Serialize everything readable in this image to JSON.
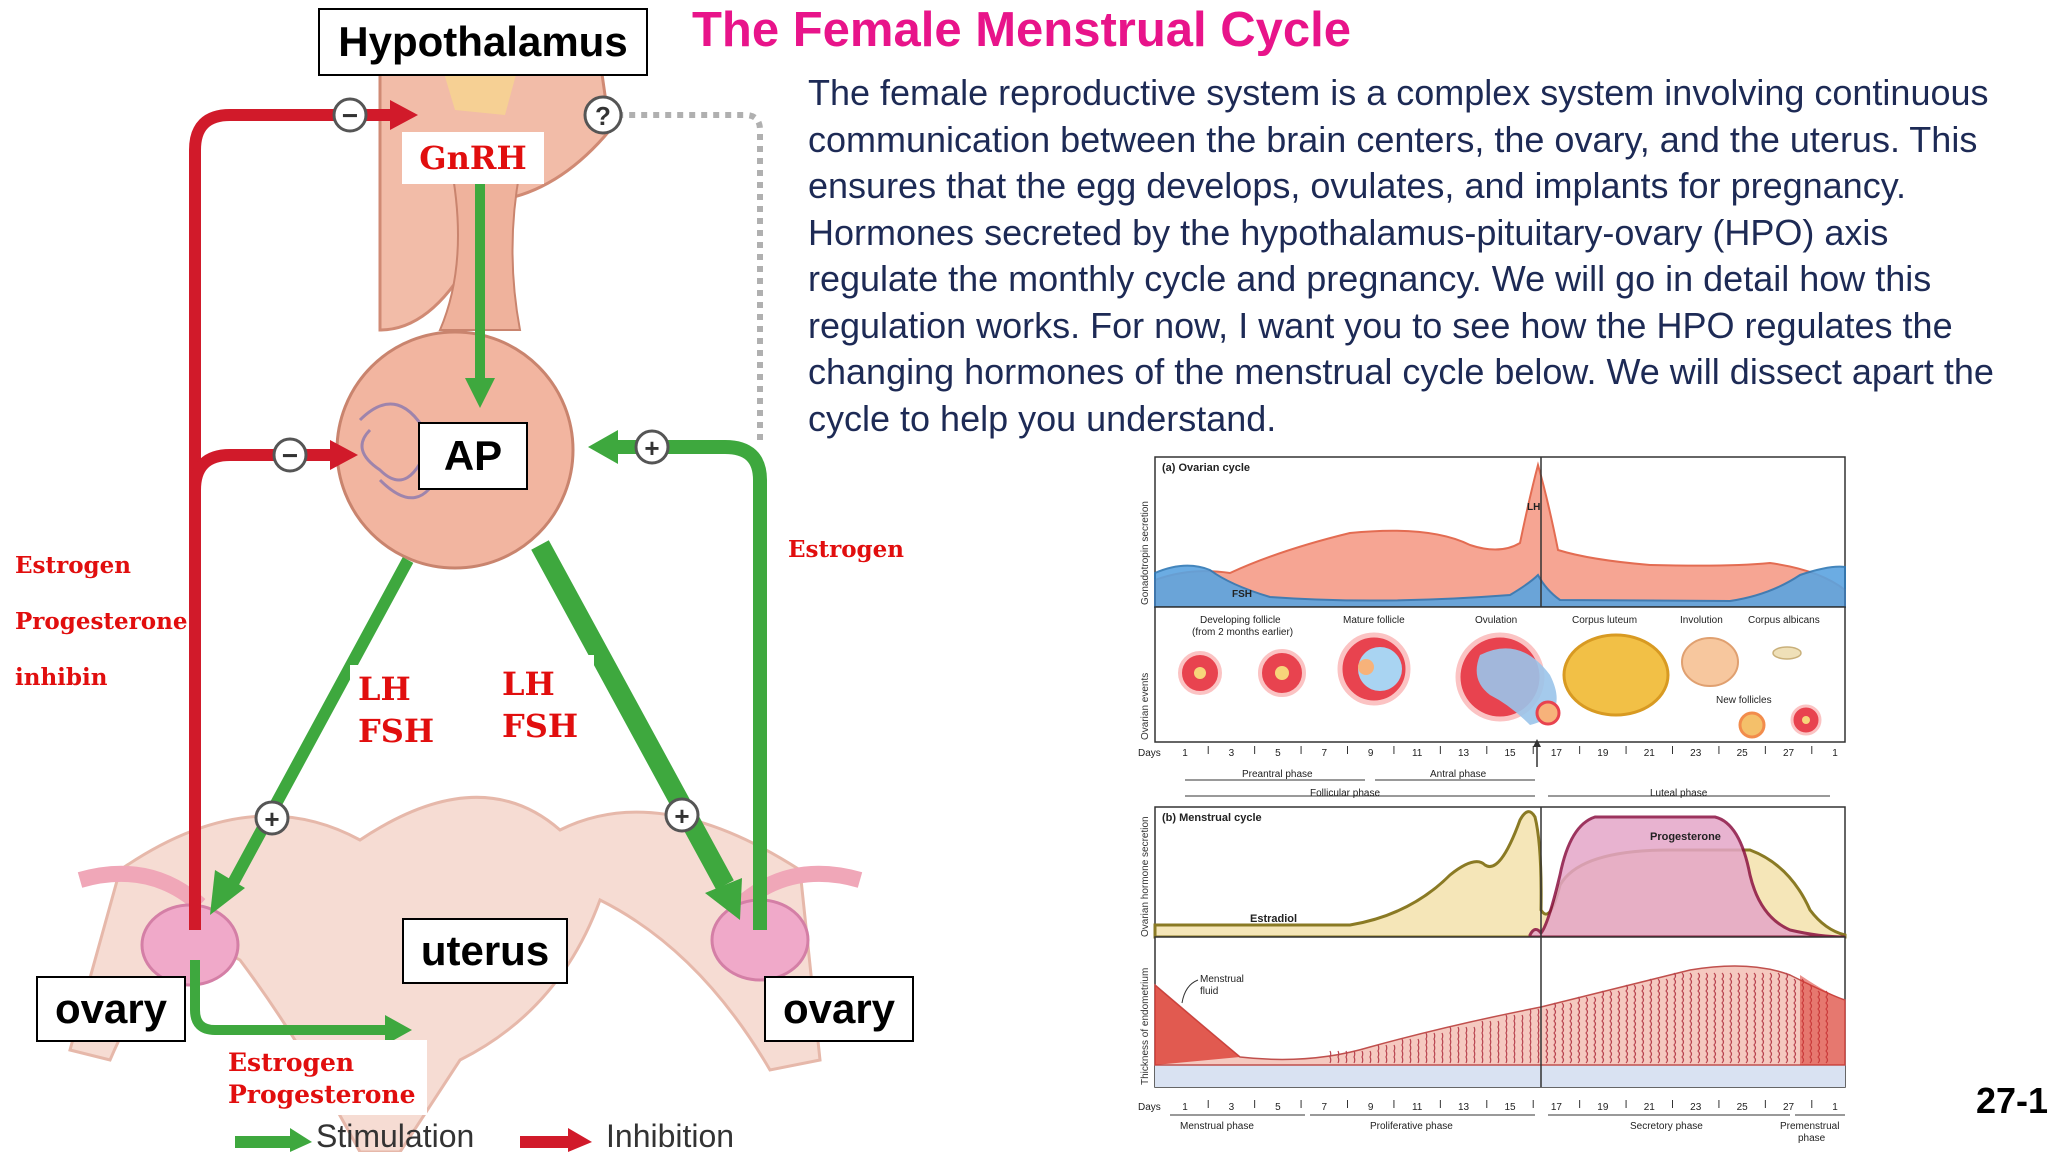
{
  "title": "The Female Menstrual Cycle",
  "paragraph": "The female reproductive system is a complex system involving continuous communication between the brain centers, the ovary, and the uterus. This ensures that the egg develops, ovulates, and implants for pregnancy. Hormones secreted by the hypothalamus-pituitary-ovary (HPO) axis regulate the monthly cycle and pregnancy. We will go in detail how this regulation works. For now, I want you to see how the HPO regulates the changing hormones of the menstrual cycle below. We will dissect apart the cycle to help you understand.",
  "slide_number": "27-1",
  "diagram": {
    "hypothalamus": "Hypothalamus",
    "gnrh": "GnRH",
    "ap": "AP",
    "uterus": "uterus",
    "ovary_left": "ovary",
    "ovary_right": "ovary",
    "feedback_left": [
      "Estrogen",
      "Progesterone",
      "inhibin"
    ],
    "feedback_right": "Estrogen",
    "lh_fsh_left": [
      "LH",
      "FSH"
    ],
    "lh_fsh_right": [
      "LH",
      "FSH"
    ],
    "ovary_output": [
      "Estrogen",
      "Progesterone"
    ],
    "minus": "−",
    "plus": "+",
    "question": "?",
    "legend": {
      "stimulation": "Stimulation",
      "inhibition": "Inhibition"
    },
    "colors": {
      "stimulation": "#3ea83e",
      "inhibition": "#d11a2a",
      "tissue": "#f0b7a2",
      "ovary": "#f0a9c9"
    }
  },
  "figure": {
    "panel_a": {
      "title": "(a) Ovarian cycle",
      "ylabel_top": "Gonadotropin secretion",
      "lh": "LH",
      "fsh": "FSH",
      "ylabel_events": "Ovarian events",
      "events": [
        "Developing follicle",
        "(from 2 months earlier)",
        "Mature follicle",
        "Ovulation",
        "Corpus luteum",
        "Involution",
        "Corpus albicans",
        "New follicles"
      ],
      "days_label": "Days",
      "days": [
        "1",
        "3",
        "5",
        "7",
        "9",
        "11",
        "13",
        "15",
        "17",
        "19",
        "21",
        "23",
        "25",
        "27",
        "1"
      ],
      "phases_sub": [
        "Preantral phase",
        "Antral phase"
      ],
      "phases": [
        "Follicular phase",
        "Luteal phase"
      ]
    },
    "panel_b": {
      "title": "(b) Menstrual cycle",
      "ylabel_hormone": "Ovarian hormone secretion",
      "progesterone": "Progesterone",
      "estradiol": "Estradiol",
      "ylabel_endo": "Thickness of endometrium",
      "fluid": [
        "Menstrual",
        "fluid"
      ],
      "days_label": "Days",
      "days": [
        "1",
        "3",
        "5",
        "7",
        "9",
        "11",
        "13",
        "15",
        "17",
        "19",
        "21",
        "23",
        "25",
        "27",
        "1"
      ],
      "phases": [
        "Menstrual phase",
        "Proliferative phase",
        "Secretory phase",
        "Premenstrual",
        "phase"
      ]
    }
  }
}
